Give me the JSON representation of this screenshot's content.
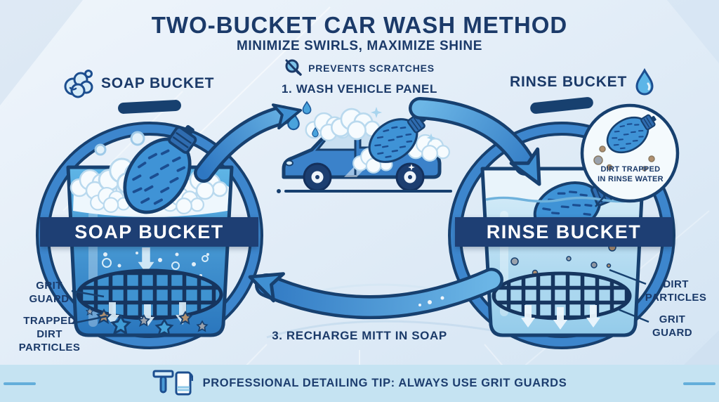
{
  "colors": {
    "background_top": "#eff5fb",
    "background_bottom": "#d3e4f3",
    "navy_text": "#1b3a69",
    "banner_bg": "#1e3f74",
    "banner_text": "#ffffff",
    "arrow_blue": "#3d86cd",
    "soap_water_blue": "#49a5dd",
    "rinse_water_blue": "#aeddf2",
    "footer_bg": "#c5e3f2"
  },
  "header": {
    "title": "TWO-BUCKET CAR WASH METHOD",
    "subtitle": "MINIMIZE SWIRLS, MAXIMIZE SHINE",
    "benefit_label": "PREVENTS SCRATCHES"
  },
  "steps": {
    "wash": "1. WASH VEHICLE PANEL",
    "recharge": "3. RECHARGE MITT IN SOAP"
  },
  "soap_bucket": {
    "heading": "SOAP BUCKET",
    "banner": "SOAP BUCKET",
    "label_grit_guard": "GRIT\nGUARD",
    "label_trapped_dirt": "TRAPPED\nDIRT\nPARTICLES"
  },
  "rinse_bucket": {
    "heading": "RINSE BUCKET",
    "banner": "RINSE BUCKET",
    "inset_caption": "DIRT TRAPPED\nIN RINSE WATER",
    "label_dirt_particles": "DIRT\nPARTICLES",
    "label_grit_guard": "GRIT\nGUARD"
  },
  "footer": {
    "tip": "PROFESSIONAL DETAILING TIP: ALWAYS USE GRIT GUARDS"
  }
}
